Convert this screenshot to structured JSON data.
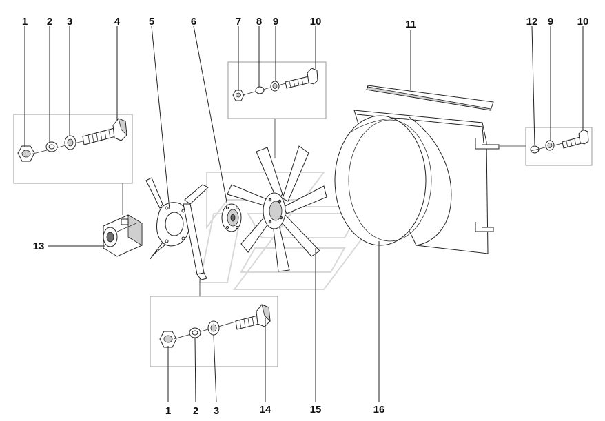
{
  "callouts": {
    "c1_top": "1",
    "c2_top": "2",
    "c3_top": "3",
    "c4": "4",
    "c5": "5",
    "c6": "6",
    "c7": "7",
    "c8": "8",
    "c9_mid": "9",
    "c10_mid": "10",
    "c11": "11",
    "c12": "12",
    "c9_right": "9",
    "c10_right": "10",
    "c13": "13",
    "c1_bottom": "1",
    "c2_bottom": "2",
    "c3_bottom": "3",
    "c14": "14",
    "c15": "15",
    "c16": "16"
  }
}
